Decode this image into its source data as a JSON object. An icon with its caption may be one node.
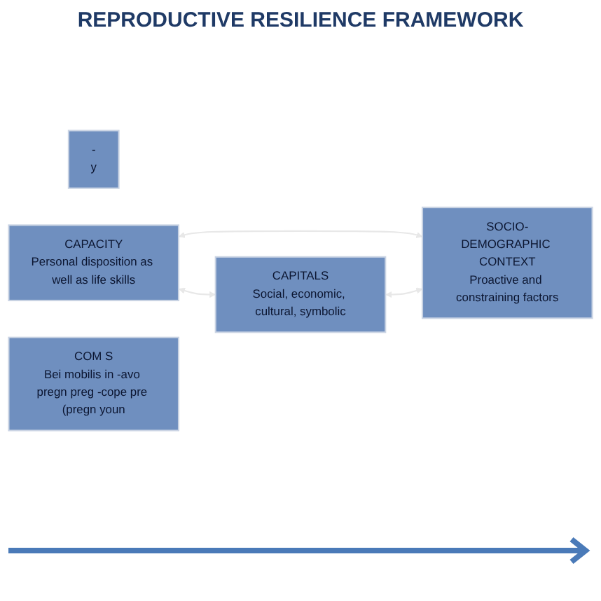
{
  "diagram": {
    "title": "REPRODUCTIVE RESILIENCE FRAMEWORK",
    "nodes": [
      {
        "text": [
          "-",
          "y"
        ]
      },
      {
        "text": [
          "CAPACITY",
          "Personal disposition as well as life skills"
        ]
      },
      {
        "text": [
          "CAPITALS",
          "Social, economic, cultural, symbolic"
        ]
      },
      {
        "text": [
          "SOCIO-DEMOGRAPHIC CONTEXT",
          "Proactive and constraining factors"
        ]
      },
      {
        "text": [
          "COM S",
          "Bei mobilis in -avo pregn preg -cope pre (pregn youn"
        ]
      }
    ],
    "edges": [
      {
        "from": 1,
        "to": 2,
        "arrow": "both"
      },
      {
        "from": 1,
        "to": 3,
        "arrow": "both"
      },
      {
        "from": 2,
        "to": 3,
        "arrow": "both"
      }
    ]
  }
}
